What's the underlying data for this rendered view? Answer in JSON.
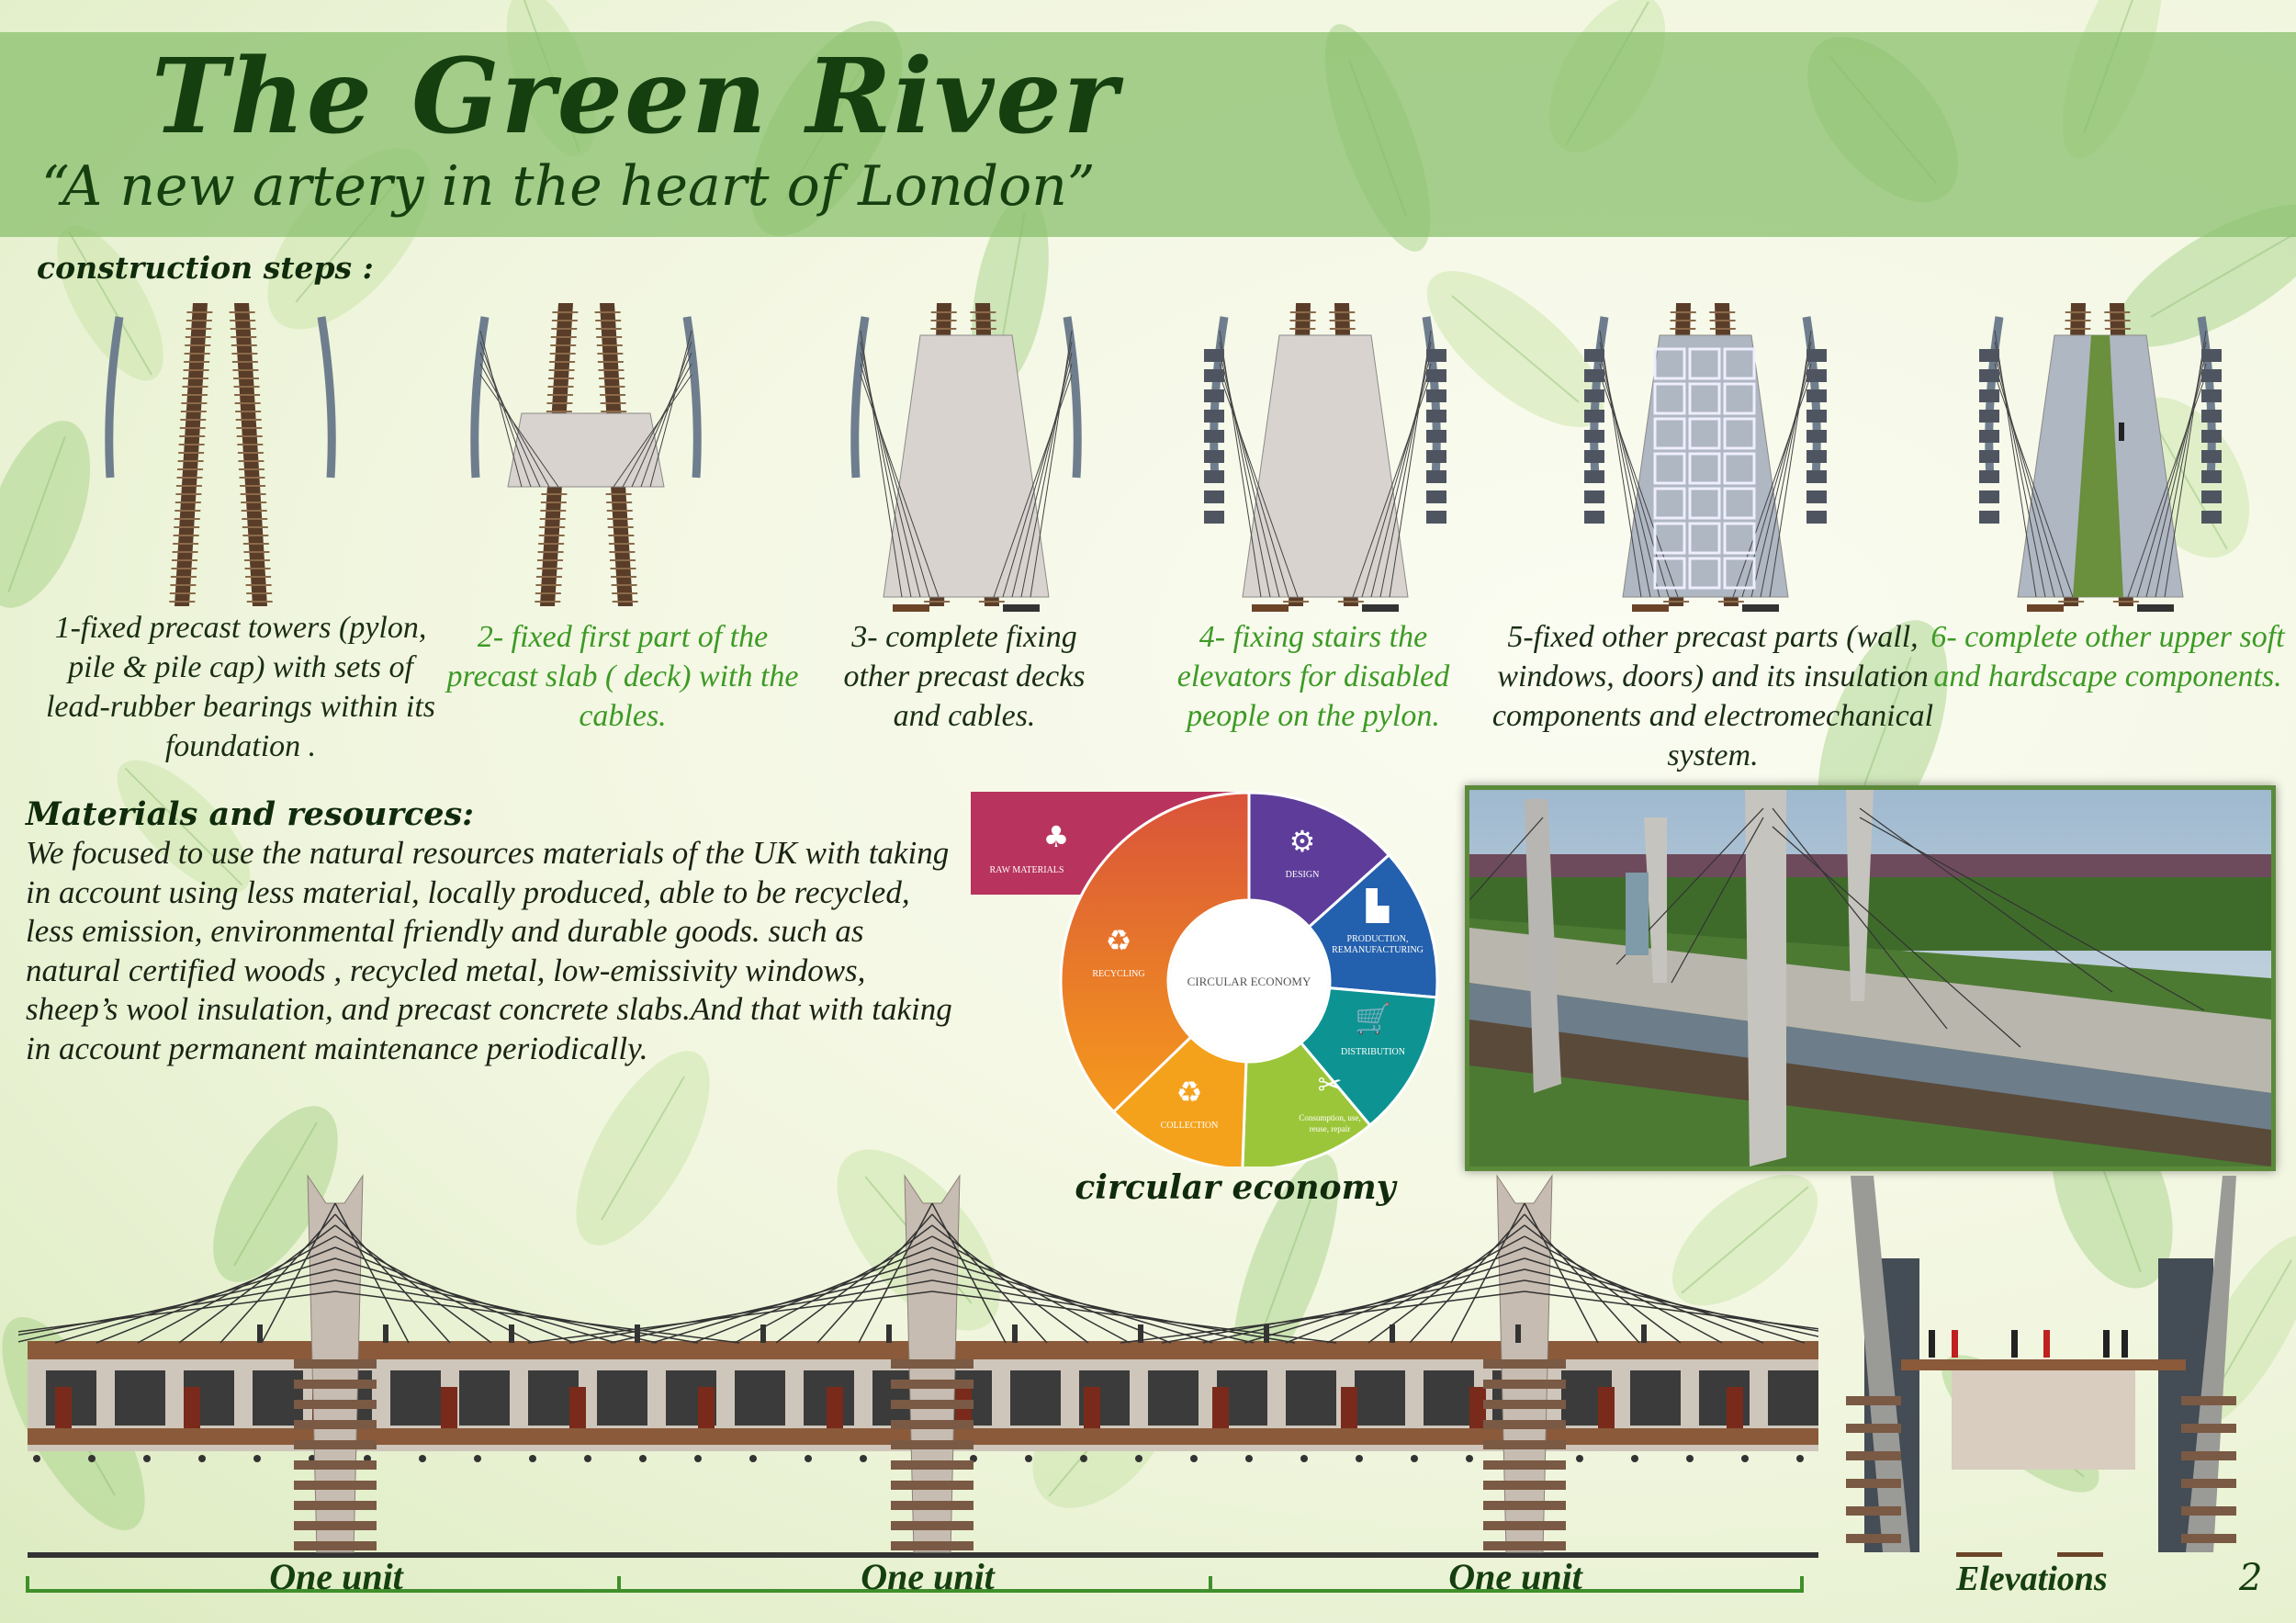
{
  "header": {
    "title": "The Green River",
    "subtitle": "“A new artery in the heart of London”"
  },
  "construction": {
    "heading": "construction steps :",
    "steps": [
      {
        "text": "1-fixed precast towers (pylon, pile & pile cap) with sets of lead-rubber bearings within its foundation .",
        "color": "dark"
      },
      {
        "text": "2- fixed first part of the precast slab ( deck) with the cables.",
        "color": "green"
      },
      {
        "text": "3- complete fixing other precast decks and cables.",
        "color": "dark"
      },
      {
        "text": "4- fixing stairs the elevators for disabled people on the pylon.",
        "color": "green"
      },
      {
        "text": "5-fixed other precast parts (wall, windows, doors) and its insulation components and electromechanical  system.",
        "color": "dark"
      },
      {
        "text": "6- complete other upper soft and hardscape components.",
        "color": "green"
      }
    ]
  },
  "materials": {
    "heading": "Materials and resources:",
    "body": "We focused to use the natural resources materials of the UK with taking in account using less material, locally produced, able to be recycled, less emission, environmental friendly and durable goods. such as natural certified woods , recycled metal, low-emissivity windows, sheep’s wool insulation, and precast concrete slabs.And that with taking in account permanent maintenance periodically."
  },
  "circular_economy": {
    "center": "CIRCULAR ECONOMY",
    "caption": "circular economy",
    "segments": [
      {
        "label": "RAW MATERIALS",
        "color": "#b8345e",
        "icon": "trees-water-icon"
      },
      {
        "label": "DESIGN",
        "color": "#5e3d9a",
        "icon": "head-gears-icon"
      },
      {
        "label": "PRODUCTION, REMANUFACTURING",
        "color": "#2360ad",
        "icon": "factory-icon"
      },
      {
        "label": "DISTRIBUTION",
        "color": "#0e9393",
        "icon": "cart-icon"
      },
      {
        "label": "Consumption, use, reuse, repair",
        "color": "#9cc639",
        "icon": "tools-icon"
      },
      {
        "label": "COLLECTION",
        "color": "#f4a21c",
        "icon": "recycle-bin-icon"
      },
      {
        "label": "RECYCLING",
        "color": "#ec6b24",
        "icon": "recycle-icon"
      }
    ]
  },
  "elevation": {
    "units": [
      "One unit",
      "One unit",
      "One unit"
    ],
    "label": "Elevations",
    "page_number": "2"
  }
}
